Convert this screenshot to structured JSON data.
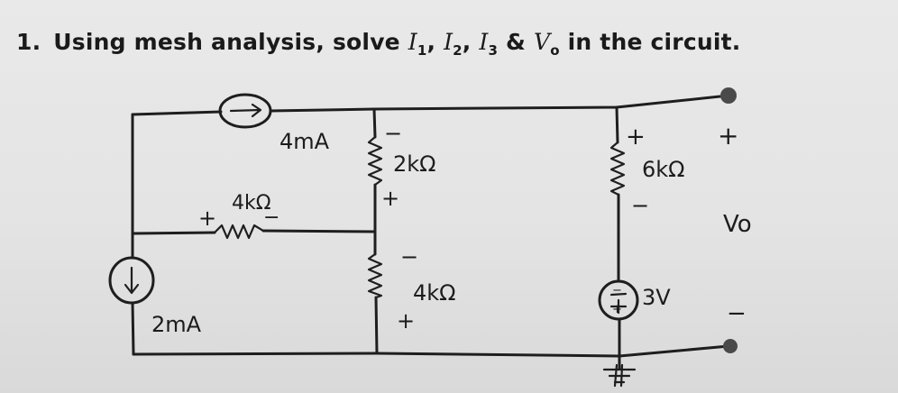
{
  "question": {
    "number": "1.",
    "text_before": "Using mesh analysis, solve ",
    "I": "I",
    "sub1": "1",
    "sub2": "2",
    "sub3": "3",
    "sep": ", ",
    "amp": " & ",
    "V": "V",
    "subo": "o",
    "text_after": " in the circuit."
  },
  "circuit": {
    "source_top": "4mA",
    "source_left": "2mA",
    "resistor_left_value": "4kΩ",
    "resistor_left_plus": "+",
    "resistor_left_minus": "−",
    "resistor_mid_top_value": "2kΩ",
    "resistor_mid_top_minus": "−",
    "resistor_mid_top_plus": "+",
    "resistor_mid_bottom_value": "4kΩ",
    "resistor_mid_bottom_minus": "−",
    "resistor_mid_bottom_plus": "+",
    "resistor_right_value": "6kΩ",
    "resistor_right_plus": "+",
    "resistor_right_minus": "−",
    "voltage_source_value": "3V",
    "voltage_source_minus": "−",
    "voltage_source_plus": "+",
    "output_plus": "+",
    "output_label": "Vo",
    "output_minus": "−"
  }
}
